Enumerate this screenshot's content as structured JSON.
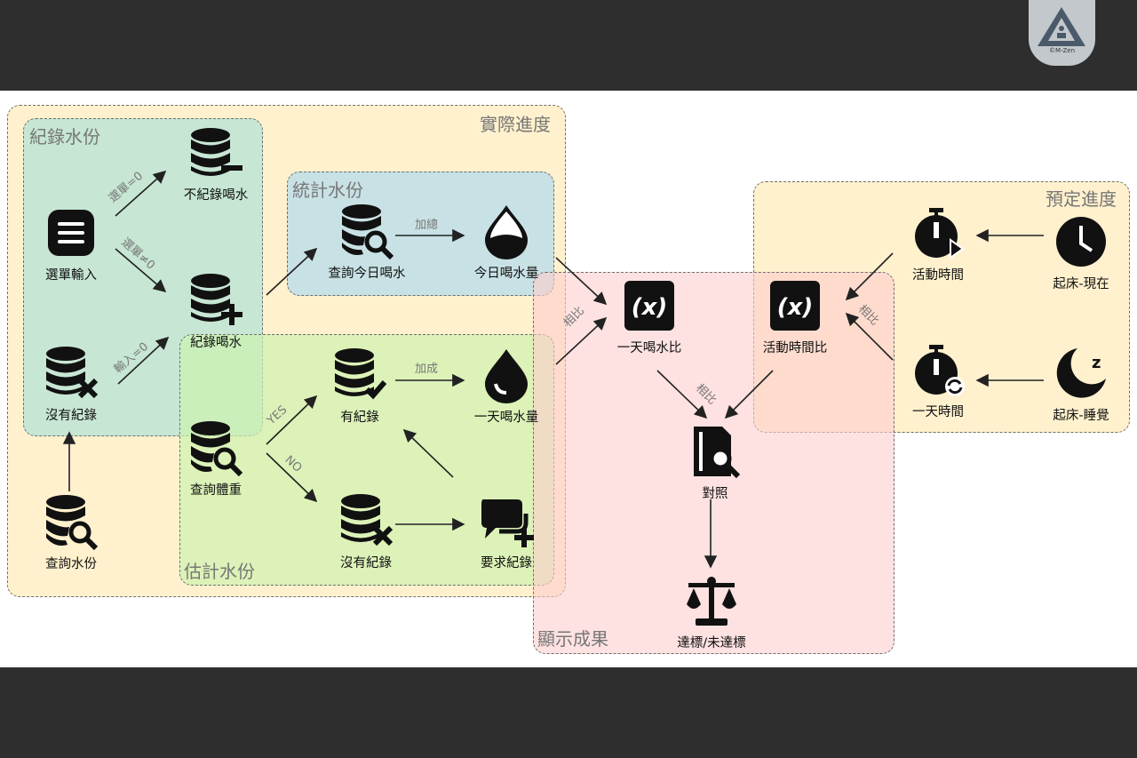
{
  "logo": {
    "text": "©M-Zen"
  },
  "regions": {
    "actual": "實際進度",
    "record": "紀錄水份",
    "stats": "統計水份",
    "estimate": "估計水份",
    "result": "顯示成果",
    "planned": "預定進度"
  },
  "nodes": {
    "menu_input": "選單輸入",
    "no_record_drink": "不紀錄喝水",
    "record_drink": "紀錄喝水",
    "no_record_left": "沒有紀錄",
    "query_water": "查詢水份",
    "query_today": "查詢今日喝水",
    "today_amount": "今日喝水量",
    "query_weight": "查詢體重",
    "has_record": "有紀錄",
    "day_amount": "一天喝水量",
    "no_record_mid": "沒有紀錄",
    "ask_record": "要求紀錄",
    "day_ratio": "一天喝水比",
    "activity_ratio": "活動時間比",
    "compare": "對照",
    "result": "達標/未達標",
    "activity_time": "活動時間",
    "wake_now": "起床-現在",
    "day_time": "一天時間",
    "wake_sleep": "起床-睡覺"
  },
  "edges": {
    "menu0": "選單=0",
    "menu_ne0": "選單≠0",
    "input0": "輸入=0",
    "sum": "加總",
    "yes": "YES",
    "no": "NO",
    "add": "加成",
    "cmp1": "相比",
    "cmp2": "相比",
    "cmp3": "相比"
  },
  "icons": {
    "db_minus": "database-minus-icon",
    "db_plus": "database-plus-icon",
    "db_x": "database-x-icon",
    "db_search": "database-search-icon",
    "db_check": "database-check-icon",
    "menu": "menu-list-icon",
    "drop_half": "water-drop-half-icon",
    "drop_full": "water-drop-icon",
    "chat_plus": "chat-plus-icon",
    "function": "function-x-icon",
    "doc_search": "document-search-icon",
    "scale": "balance-scale-icon",
    "timer_play": "timer-play-icon",
    "timer_sync": "timer-sync-icon",
    "clock": "clock-icon",
    "moon": "moon-sleep-icon"
  },
  "colors": {
    "actual": "#fff0c8",
    "record": "#bfe4dc",
    "stats": "#cfe3ea",
    "estimate": "#dcf3c4",
    "result": "#fde1e0",
    "planned": "#fff0c8"
  }
}
